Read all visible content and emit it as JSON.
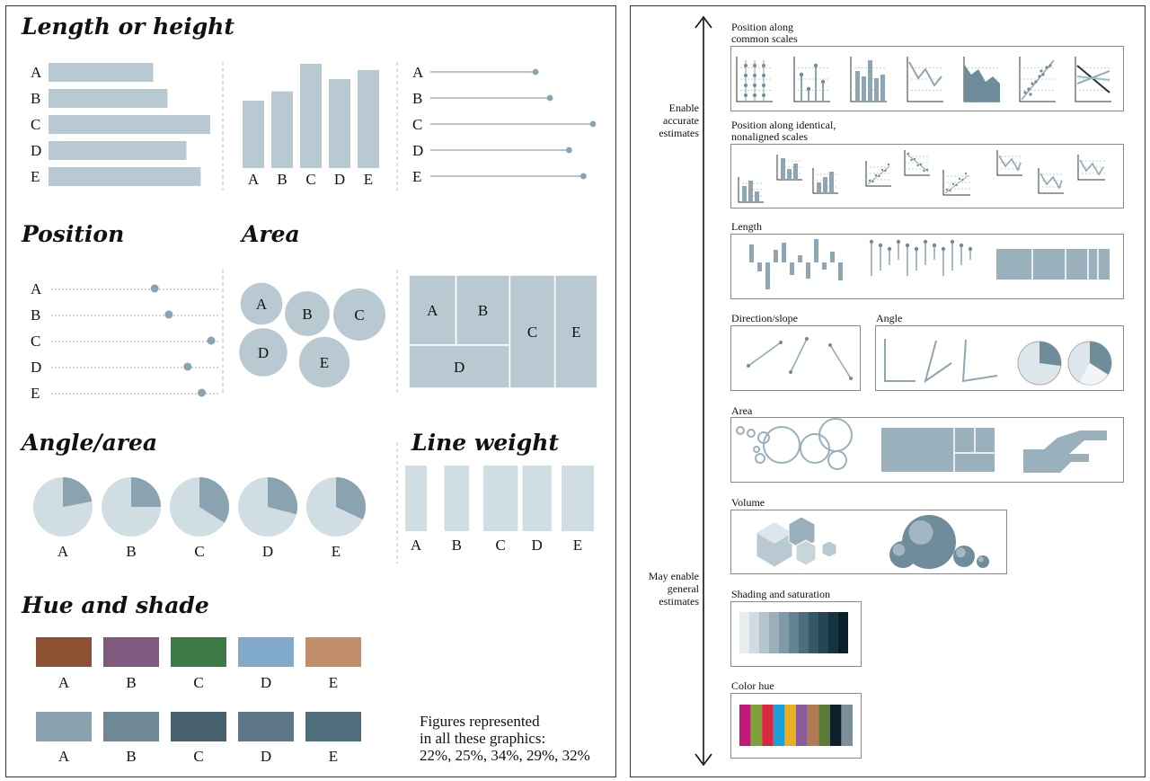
{
  "left": {
    "categories": [
      "A",
      "B",
      "C",
      "D",
      "E"
    ],
    "values": [
      22,
      25,
      34,
      29,
      32
    ],
    "headings": {
      "length": "Length or height",
      "position": "Position",
      "area": "Area",
      "angle": "Angle/area",
      "lineweight": "Line weight",
      "hue": "Hue and shade"
    },
    "hues": [
      "#8c5132",
      "#7e5b7e",
      "#3d7a47",
      "#80a9cc",
      "#c18f6c"
    ],
    "shades": [
      "#8aa1ad",
      "#6e8896",
      "#46606d",
      "#5e7786",
      "#506d7c"
    ],
    "note": [
      "Figures represented",
      "in all these graphics:",
      "22%, 25%, 34%, 29%, 32%"
    ]
  },
  "right": {
    "scale_top": [
      "Enable",
      "accurate",
      "estimates"
    ],
    "scale_bottom": [
      "May enable",
      "general",
      "estimates"
    ],
    "sections": {
      "pos_common": [
        "Position along",
        "common scales"
      ],
      "pos_nonaligned": [
        "Position along identical,",
        "nonaligned scales"
      ],
      "length": "Length",
      "direction": "Direction/slope",
      "angle": "Angle",
      "area": "Area",
      "volume": "Volume",
      "shading": "Shading and saturation",
      "hue": "Color hue"
    },
    "shading_colors": [
      "#e8eef0",
      "#d0dbe0",
      "#b4c5cd",
      "#9ab1bc",
      "#7f9aa8",
      "#648393",
      "#4b6d7e",
      "#355868",
      "#244654",
      "#163440",
      "#0b1f2a"
    ],
    "hue_colors": [
      "#c2187a",
      "#7ea23a",
      "#d8283f",
      "#1aa0d8",
      "#e8b020",
      "#8a5a9a",
      "#b07a52",
      "#5a7a38",
      "#0e1f2c",
      "#7a8f9a"
    ]
  }
}
